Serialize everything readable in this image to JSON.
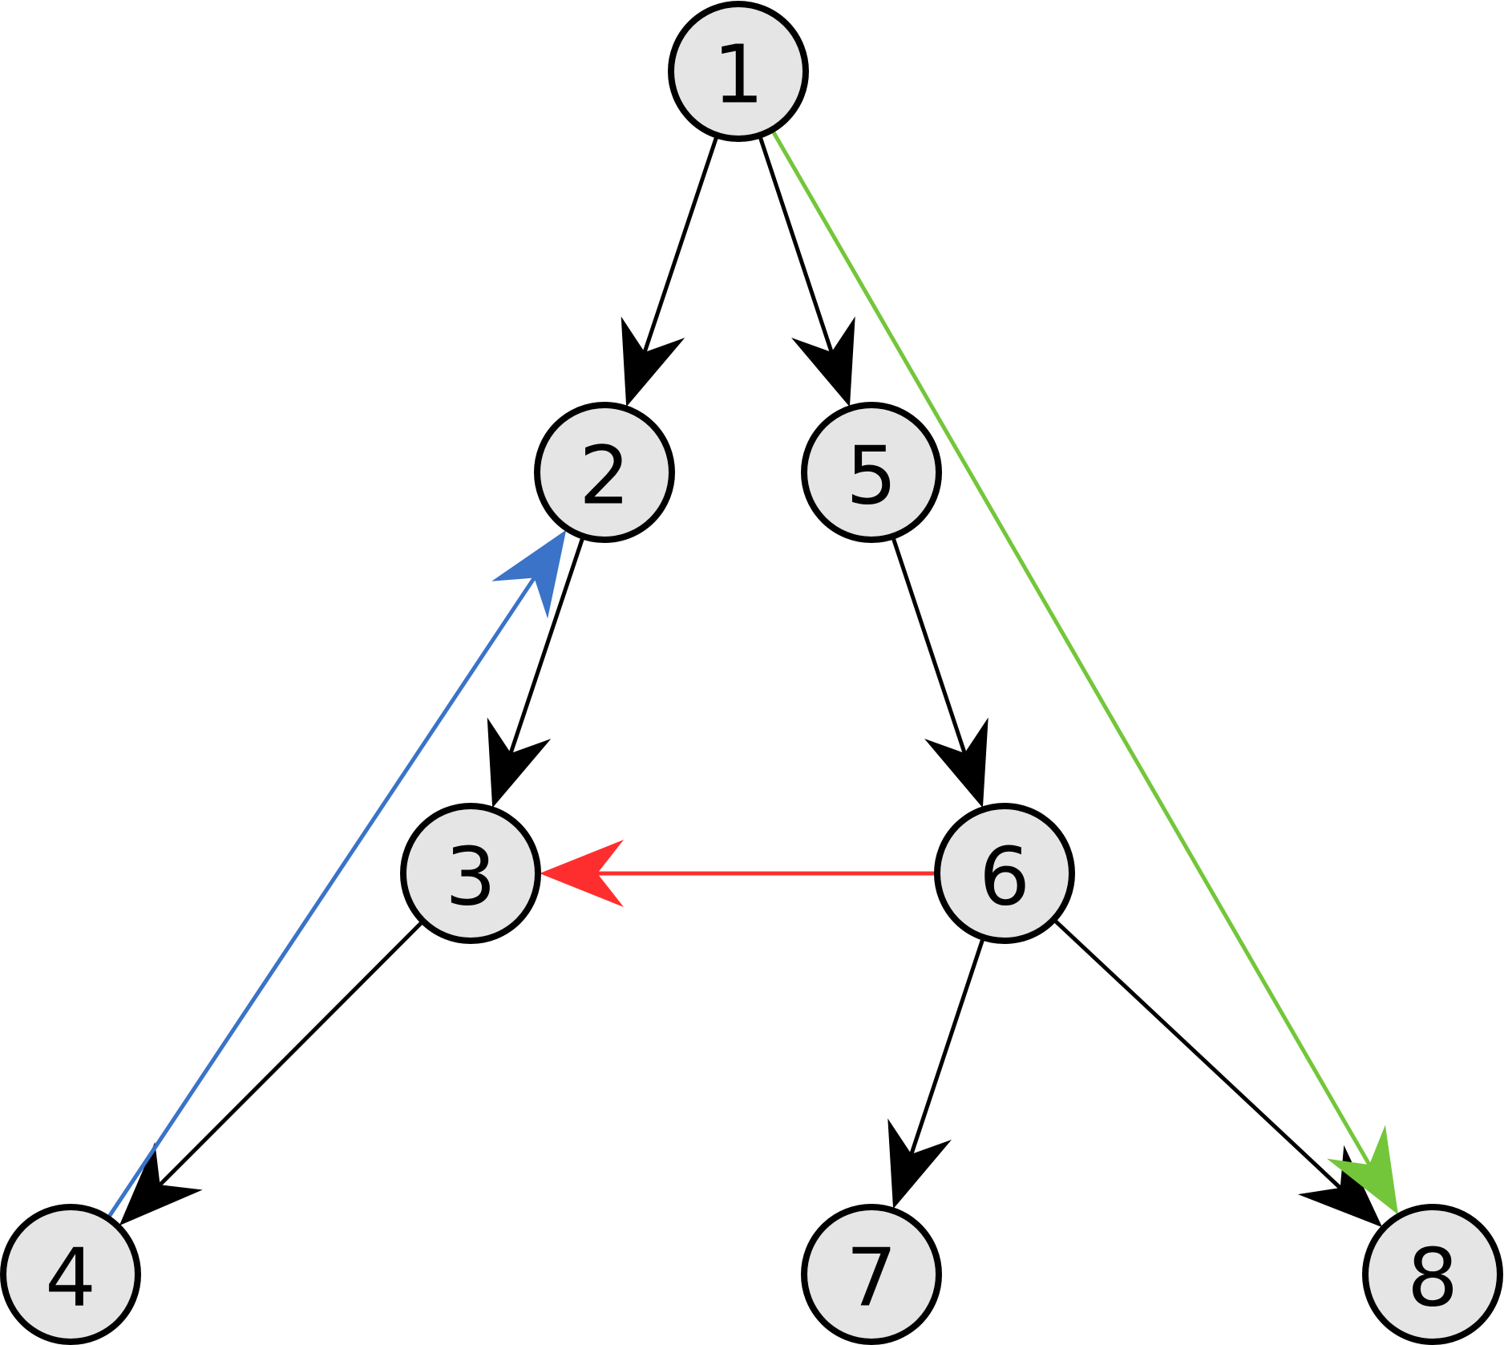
{
  "graph": {
    "nodes": [
      {
        "id": "1",
        "label": "1"
      },
      {
        "id": "2",
        "label": "2"
      },
      {
        "id": "3",
        "label": "3"
      },
      {
        "id": "4",
        "label": "4"
      },
      {
        "id": "5",
        "label": "5"
      },
      {
        "id": "6",
        "label": "6"
      },
      {
        "id": "7",
        "label": "7"
      },
      {
        "id": "8",
        "label": "8"
      }
    ],
    "edges": [
      {
        "from": "1",
        "to": "2",
        "kind": "tree"
      },
      {
        "from": "1",
        "to": "5",
        "kind": "tree"
      },
      {
        "from": "2",
        "to": "3",
        "kind": "tree"
      },
      {
        "from": "3",
        "to": "4",
        "kind": "tree"
      },
      {
        "from": "5",
        "to": "6",
        "kind": "tree"
      },
      {
        "from": "6",
        "to": "7",
        "kind": "tree"
      },
      {
        "from": "6",
        "to": "8",
        "kind": "tree"
      },
      {
        "from": "4",
        "to": "2",
        "kind": "back"
      },
      {
        "from": "1",
        "to": "8",
        "kind": "forward"
      },
      {
        "from": "6",
        "to": "3",
        "kind": "cross"
      }
    ],
    "colors": {
      "tree": "#000000",
      "back": "#3a73c7",
      "forward": "#73c639",
      "cross": "#ff2e2e",
      "node_fill": "#e5e5e5",
      "node_stroke": "#000000"
    }
  }
}
